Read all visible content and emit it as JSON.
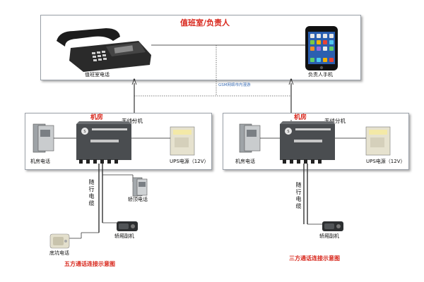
{
  "top": {
    "title": "值班室/负责人",
    "phone_label": "值班室电话",
    "mobile_label": "负责人手机",
    "network_label": "GSM网络市内漫游"
  },
  "left": {
    "room_label": "机房",
    "wireless_label": "无线分机",
    "room_phone_label": "机房电话",
    "ups_label": "UPS电源（12V）",
    "cable_label": "随\n行\n电\n缆",
    "cabin_top_label": "轿顶电话",
    "cabin_label": "轿厢副机",
    "pit_label": "底坑电话",
    "caption": "五方通话连接示意图"
  },
  "right": {
    "room_label": "机房",
    "wireless_label": "无线分机",
    "room_phone_label": "机房电话",
    "ups_label": "UPS电源（12V）",
    "cable_label": "随\n行\n电\n缆",
    "cabin_label": "轿厢副机",
    "caption": "三方通话连接示意图"
  },
  "colors": {
    "caption_red": "#d8261b",
    "title_red": "#d8261b",
    "network_blue": "#3d6fb6",
    "border": "#9aa0a8"
  }
}
